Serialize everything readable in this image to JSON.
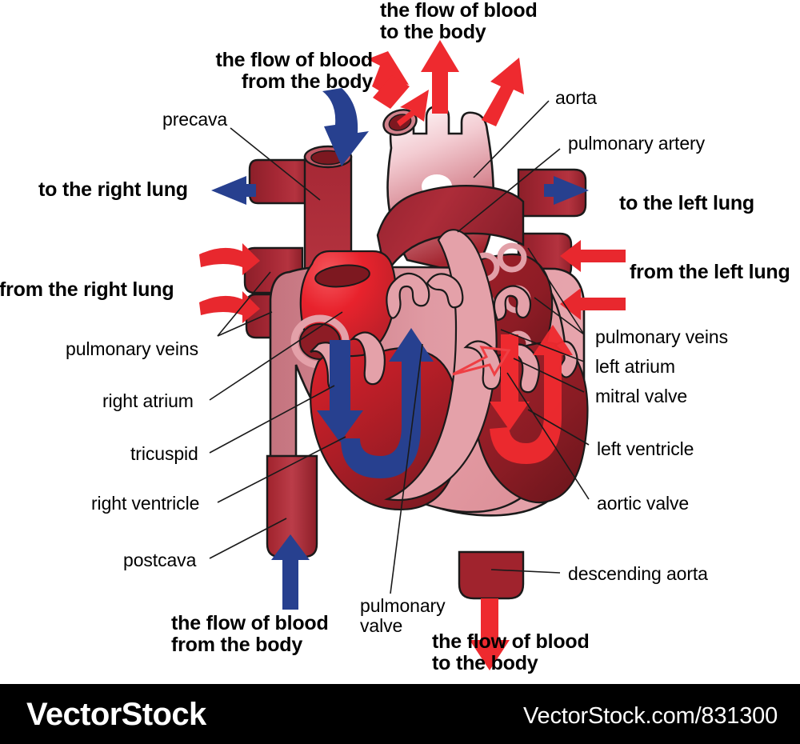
{
  "page": {
    "title": "Human heart anatomy cross-section diagram",
    "background_color": "#ffffff"
  },
  "colors": {
    "arrow_red": "#e8282e",
    "arrow_blue": "#27408f",
    "vessel_dark_red": "#9e2430",
    "vessel_mid_red": "#b2303c",
    "chamber_bright_red": "#e8222c",
    "chamber_deep_red": "#8f1f28",
    "muscle_pink": "#e08f98",
    "muscle_pink_light": "#eaa6ad",
    "aorta_light": "#ffffff",
    "outline": "#1a1a1a",
    "label_text": "#000000",
    "footer_bg": "#000000",
    "footer_text": "#ffffff"
  },
  "labels": {
    "flow_to_body_top": "the flow of blood\nto the body",
    "flow_from_body_top": "the flow of blood\nfrom the body",
    "precava": "precava",
    "aorta": "aorta",
    "pulmonary_artery": "pulmonary artery",
    "to_right_lung": "to the right lung",
    "to_left_lung": "to the left lung",
    "from_right_lung": "from the right lung",
    "from_left_lung": "from the left lung",
    "pulmonary_veins_left": "pulmonary veins",
    "pulmonary_veins_right": "pulmonary veins",
    "left_atrium": "left atrium",
    "mitral_valve": "mitral valve",
    "right_atrium": "right atrium",
    "tricuspid": "tricuspid",
    "right_ventricle": "right ventricle",
    "left_ventricle": "left ventricle",
    "aortic_valve": "aortic valve",
    "postcava": "postcava",
    "descending_aorta": "descending aorta",
    "pulmonary_valve": "pulmonary\nvalve",
    "flow_from_body_bottom": "the flow of blood\nfrom the body",
    "flow_to_body_bottom": "the flow of blood\nto the body"
  },
  "footer": {
    "brand": "VectorStock",
    "url": "VectorStock.com/831300"
  },
  "icons": {
    "arrow_up_red": "red-up-arrow",
    "arrow_down_red": "red-down-arrow",
    "arrow_left_blue": "blue-left-arrow",
    "arrow_right_blue": "blue-right-arrow",
    "arrow_up_blue": "blue-up-arrow",
    "arrow_down_blue": "blue-down-arrow",
    "arrow_right_red": "red-right-arrow",
    "arrow_left_red": "red-left-arrow"
  }
}
